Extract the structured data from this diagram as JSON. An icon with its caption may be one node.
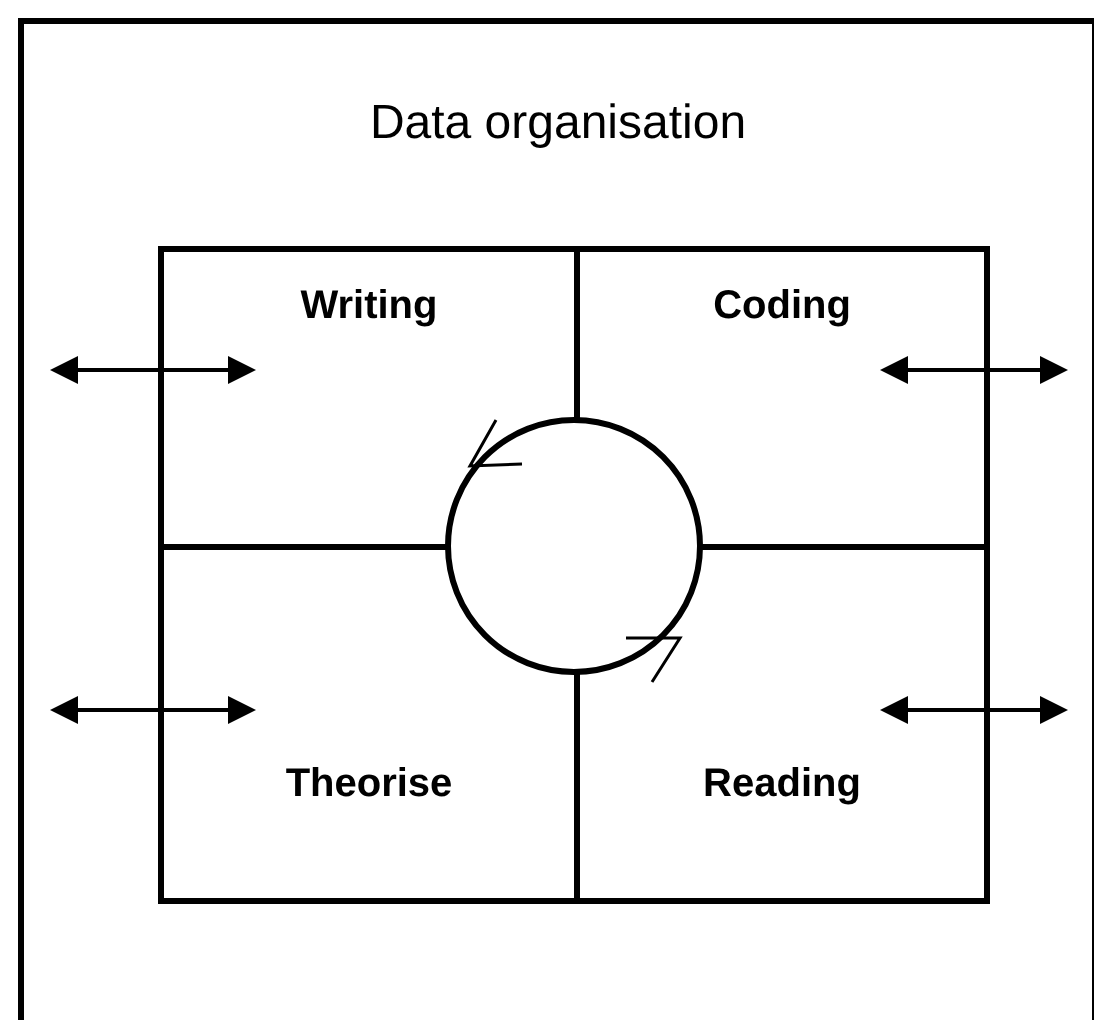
{
  "diagram": {
    "nodes": [
      {
        "text": [
          "Data organisation"
        ]
      },
      {
        "text": [
          "Writing"
        ],
        "in": 0
      },
      {
        "text": [
          "Coding"
        ],
        "in": 0
      },
      {
        "text": [
          "Theorise"
        ],
        "in": 0
      },
      {
        "text": [
          "Reading"
        ],
        "in": 0
      },
      {
        "text": [],
        "shape": "circle",
        "in": 0
      }
    ]
  }
}
